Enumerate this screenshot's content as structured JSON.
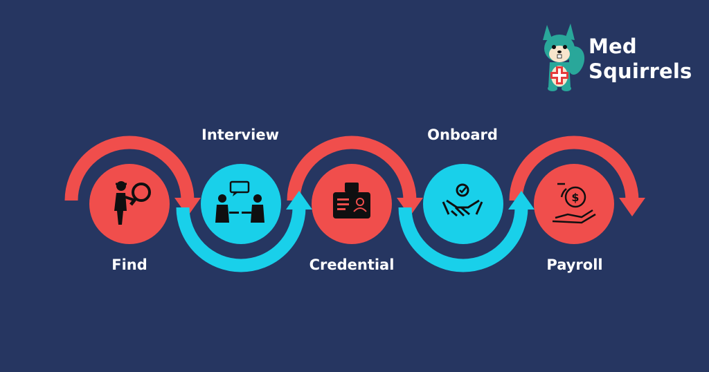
{
  "brand": {
    "line1": "Med",
    "line2": "Squirrels",
    "logo_icon": "squirrel-mascot-icon"
  },
  "colors": {
    "background": "#263661",
    "red": "#f04e4c",
    "cyan": "#19d0ea",
    "dark": "#0f0f10",
    "white": "#ffffff"
  },
  "steps": [
    {
      "label": "Find",
      "label_position": "below",
      "color": "red",
      "icon": "search-person-icon"
    },
    {
      "label": "Interview",
      "label_position": "above",
      "color": "cyan",
      "icon": "interview-icon"
    },
    {
      "label": "Credential",
      "label_position": "below",
      "color": "red",
      "icon": "id-badge-icon"
    },
    {
      "label": "Onboard",
      "label_position": "above",
      "color": "cyan",
      "icon": "handshake-icon"
    },
    {
      "label": "Payroll",
      "label_position": "below",
      "color": "red",
      "icon": "payroll-hand-icon"
    }
  ]
}
